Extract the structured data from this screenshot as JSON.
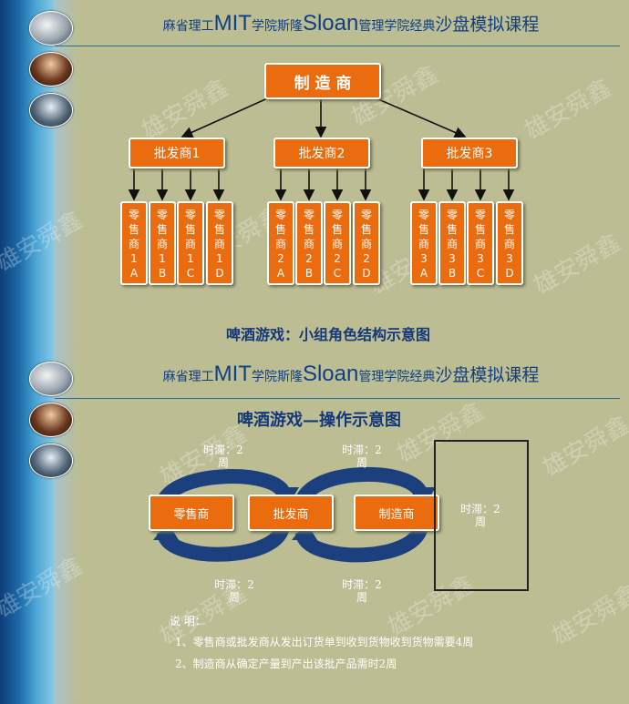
{
  "header": {
    "part1": "麻省理工",
    "part2": "MIT",
    "part3": "学院斯隆",
    "part4": "Sloan",
    "part5": "管理学院经典",
    "part6": "沙盘模拟课程"
  },
  "watermark": "雄安舜鑫",
  "slide1": {
    "manufacturer": "制 造 商",
    "wholesalers": [
      "批发商1",
      "批发商2",
      "批发商3"
    ],
    "retailers": [
      [
        "零\n售\n商\n1\nA",
        "零\n售\n商\n1\nB",
        "零\n售\n商\n1\nC",
        "零\n售\n商\n1\nD"
      ],
      [
        "零\n售\n商\n2\nA",
        "零\n售\n商\n2\nB",
        "零\n售\n商\n2\nC",
        "零\n售\n商\n2\nD"
      ],
      [
        "零\n售\n商\n3\nA",
        "零\n售\n商\n3\nB",
        "零\n售\n商\n3\nC",
        "零\n售\n商\n3\nD"
      ]
    ],
    "caption": "啤酒游戏：小组角色结构示意图"
  },
  "slide2": {
    "title": "啤酒游戏—操作示意图",
    "retailer": "零售商",
    "wholesaler": "批发商",
    "manufacturer": "制造商",
    "delay_top1": "时滞：2\n周",
    "delay_top2": "时滞：2\n周",
    "delay_bottom1": "时滞：2\n周",
    "delay_bottom2": "时滞：2\n周",
    "delay_right": "时滞：2\n周",
    "notes_title": "说  明：",
    "note1": "1、零售商或批发商从发出订货单到收到货物收到货物需要4周",
    "note2": "2、制造商从确定产量到产出该批产品需时2周"
  },
  "colors": {
    "box": "#ea6c0e",
    "title": "#0f3f86",
    "arrow_circle": "#1c3f7d"
  }
}
